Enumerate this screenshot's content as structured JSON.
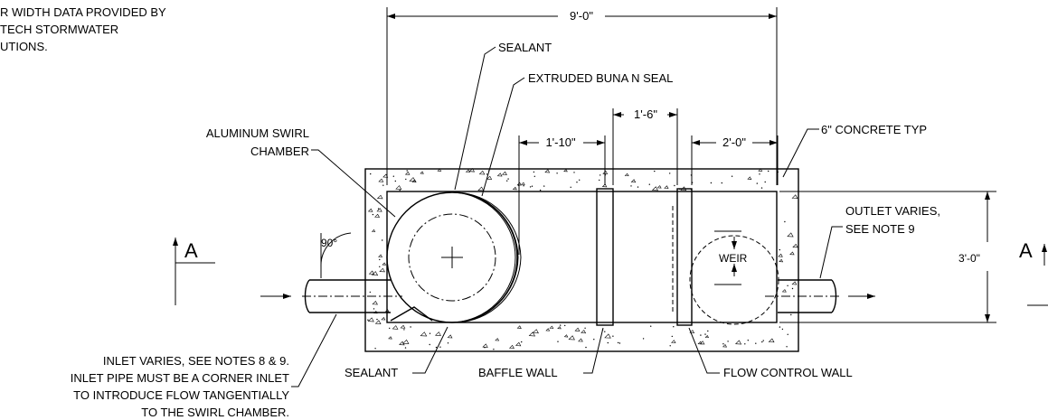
{
  "notes": {
    "top_left": [
      "R WIDTH DATA PROVIDED BY",
      "TECH STORMWATER",
      "UTIONS."
    ],
    "inlet": [
      "INLET VARIES, SEE NOTES 8 & 9.",
      "INLET PIPE MUST BE A CORNER INLET",
      "TO INTRODUCE FLOW TANGENTIALLY",
      "TO THE SWIRL CHAMBER."
    ]
  },
  "dimensions": {
    "overall_length": "9'-0\"",
    "chamber_to_baffle": "1'-10\"",
    "baffle_to_flow_wall": "1'-6\"",
    "flow_wall_to_outlet": "2'-0\"",
    "height": "3'-0\"",
    "inlet_angle": "90°"
  },
  "labels": {
    "sealant_top": "SEALANT",
    "extruded_seal": "EXTRUDED BUNA N SEAL",
    "swirl_chamber": [
      "ALUMINUM SWIRL",
      "CHAMBER"
    ],
    "concrete": "6\" CONCRETE TYP",
    "outlet": [
      "OUTLET VARIES,",
      "SEE NOTE 9"
    ],
    "weir": "WEIR",
    "sealant_bottom": "SEALANT",
    "baffle_wall": "BAFFLE WALL",
    "flow_control_wall": "FLOW CONTROL WALL"
  },
  "section": {
    "left": "A",
    "right": "A"
  }
}
